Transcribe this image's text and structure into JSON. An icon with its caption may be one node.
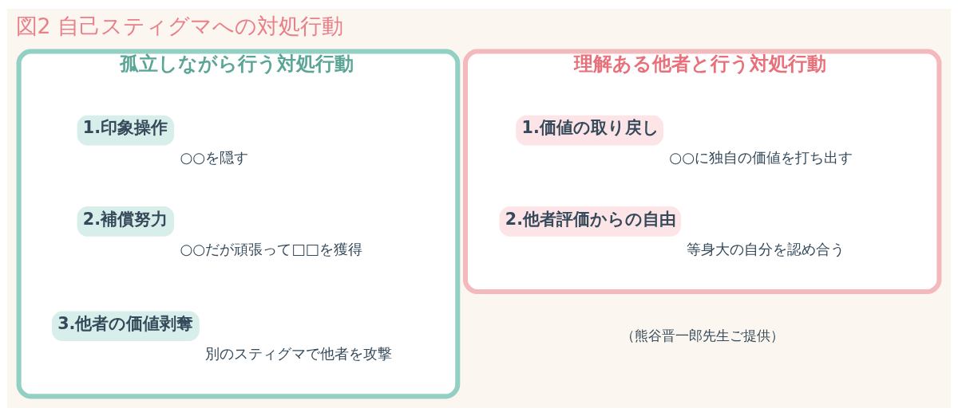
{
  "diagram": {
    "title": "図2 自己スティグマへの対処行動",
    "caption": "（熊谷晋一郎先生ご提供）",
    "nodes": [
      {
        "text": [
          "孤立しながら行う対処行動"
        ]
      },
      {
        "text": [
          "1.印象操作"
        ],
        "beside": [
          "○○を隠す"
        ],
        "in": 0
      },
      {
        "text": [
          "2.補償努力"
        ],
        "beside": [
          "○○だが頑張って□□を獲得"
        ],
        "in": 0
      },
      {
        "text": [
          "3.他者の価値剥奪"
        ],
        "beside": [
          "別のスティグマで他者を攻撃"
        ],
        "in": 0
      },
      {
        "text": [
          "理解ある他者と行う対処行動"
        ]
      },
      {
        "text": [
          "1.価値の取り戻し"
        ],
        "beside": [
          "○○に独自の価値を打ち出す"
        ],
        "in": 4
      },
      {
        "text": [
          "2.他者評価からの自由"
        ],
        "beside": [
          "等身大の自分を認め合う"
        ],
        "in": 4
      }
    ],
    "edges": []
  }
}
